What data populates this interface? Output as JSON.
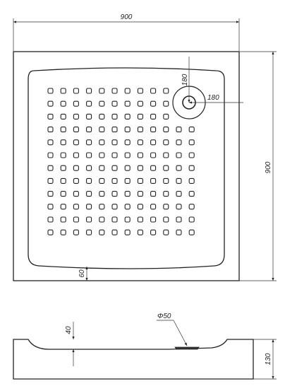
{
  "drawing": {
    "units": "mm",
    "top_view": {
      "width": "900",
      "depth": "900",
      "drain_offset_x": "180",
      "drain_offset_y": "180",
      "rim_height": "60"
    },
    "side_view": {
      "step_height": "40",
      "drain_diameter": "Φ50",
      "total_height": "130"
    },
    "anti_slip_grid": {
      "rows": 12,
      "cols": 12
    }
  }
}
